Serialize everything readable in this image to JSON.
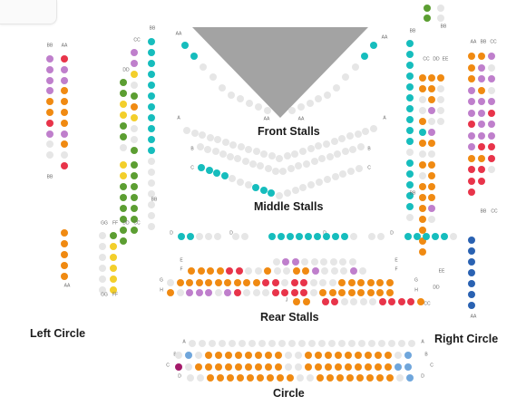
{
  "colors": {
    "grey": "#e6e6e6",
    "teal": "#16bdbd",
    "orange": "#f08a12",
    "purple": "#bf7fcc",
    "red": "#e8344a",
    "yellow": "#f3cf2b",
    "green": "#5c9e32",
    "blue": "#2a62b2",
    "magenta": "#a41a6a",
    "lightblue": "#6fa6dc",
    "stage": "#a3a3a3"
  },
  "sections": {
    "front_stalls": "Front Stalls",
    "middle_stalls": "Middle Stalls",
    "rear_stalls": "Rear Stalls",
    "left_circle": "Left Circle",
    "right_circle": "Right Circle",
    "circle": "Circle"
  },
  "row_labels": {
    "bb": "BB",
    "aa": "AA",
    "cc": "CC",
    "dd": "DD",
    "ee": "EE",
    "ff": "FF",
    "gg": "GG",
    "a": "A",
    "b": "B",
    "c": "C",
    "d": "D",
    "e": "E",
    "f": "F",
    "g": "G",
    "h": "H",
    "j": "J"
  }
}
